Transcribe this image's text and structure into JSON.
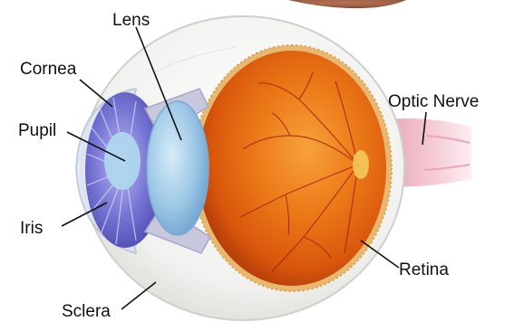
{
  "labels": {
    "lens": "Lens",
    "cornea": "Cornea",
    "pupil": "Pupil",
    "iris": "Iris",
    "sclera": "Sclera",
    "optic_nerve": "Optic Nerve",
    "retina": "Retina"
  },
  "colors": {
    "background": "#ffffff",
    "sclera": "#f2f2f0",
    "vitreous_orange": "#e86a12",
    "vitreous_deep": "#c2410c",
    "iris_blue": "#6a6acb",
    "lens_blue": "#9cc4e4",
    "pupil_blue": "#a9d3ec",
    "optic_nerve_pink": "#f3c4cf",
    "vessel_red": "#a11d0a",
    "leader_line": "#111111",
    "photo_brown": "#9a5a3c"
  }
}
